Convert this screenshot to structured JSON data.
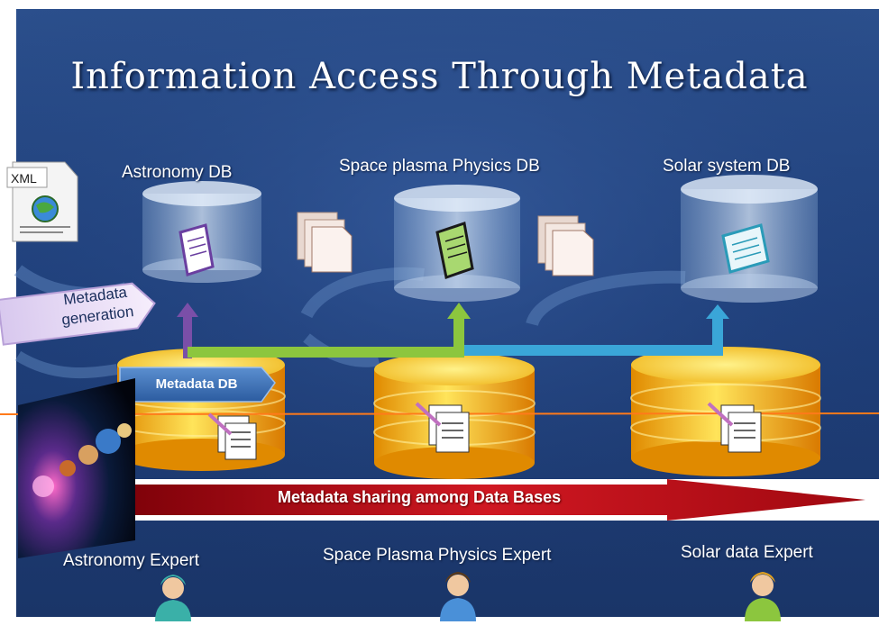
{
  "title": "Information Access Through Metadata",
  "databases": [
    {
      "label": "Astronomy DB"
    },
    {
      "label": "Space plasma  Physics DB"
    },
    {
      "label": "Solar system  DB"
    }
  ],
  "xml_icon": {
    "label": "XML"
  },
  "metadata_generation": {
    "line1": "Metadata",
    "line2": "generation"
  },
  "metadata_db": {
    "label": "Metadata DB"
  },
  "sharing_arrow": {
    "label": "Metadata  sharing among  Data Bases"
  },
  "experts": [
    {
      "label": "Astronomy  Expert"
    },
    {
      "label": "Space Plasma Physics Expert"
    },
    {
      "label": "Solar data Expert"
    }
  ],
  "colors": {
    "background": "#1f3f7a",
    "metadata_cylinder": "#f2c81e",
    "link_purple": "#7a4fa8",
    "link_green": "#8cc63e",
    "link_cyan": "#3aa6d8",
    "sharing_arrow": "#c0141c",
    "horizon_line": "#ff7a1a"
  }
}
